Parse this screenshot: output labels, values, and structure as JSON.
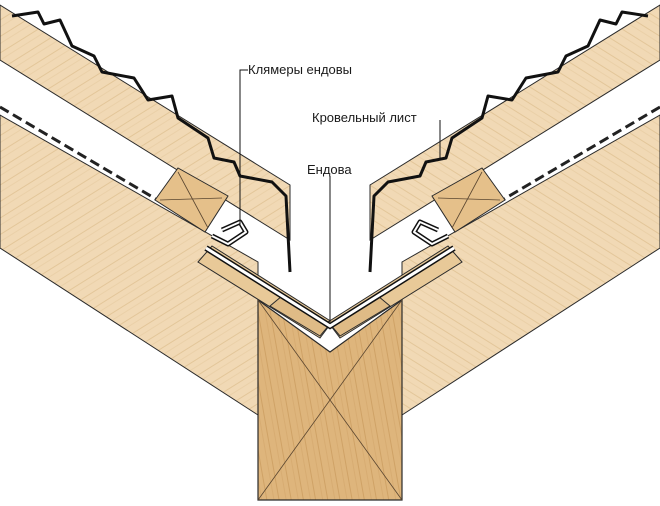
{
  "labels": {
    "valley_clamps": "Клямеры ендовы",
    "roof_sheet": "Кровельный лист",
    "valley": "Ендова"
  },
  "colors": {
    "wood_light": "#f1d9b5",
    "wood_mid": "#e6c594",
    "beam": "#dcb47c",
    "outline": "#2a2a2a",
    "metal": "#ffffff"
  }
}
